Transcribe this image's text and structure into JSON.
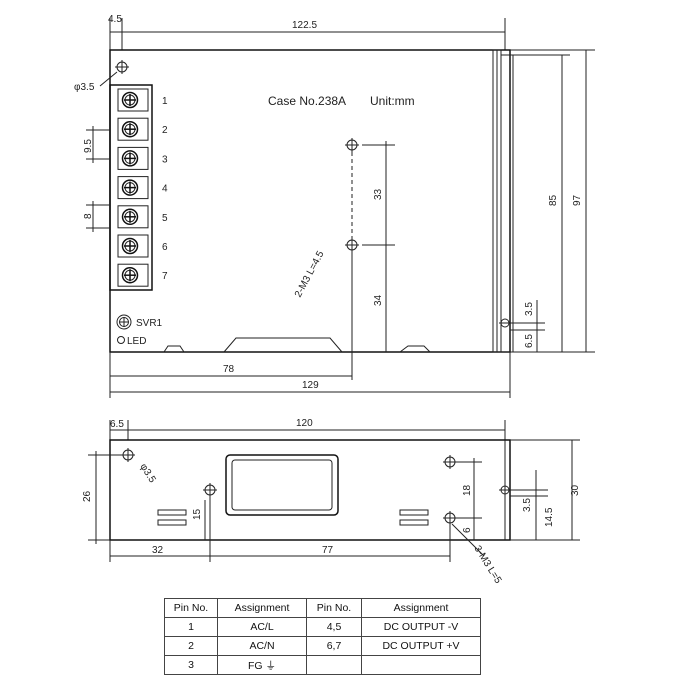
{
  "top_view": {
    "case_label": "Case No.238A",
    "unit_label": "Unit:mm",
    "dims": {
      "left_offset": "4.5",
      "width_top": "122.5",
      "hole_dia": "φ3.5",
      "pitch": "9.5",
      "term_width": "8",
      "mount_spacing": "33",
      "mount_lower": "34",
      "height_85": "85",
      "height_97": "97",
      "right_35": "3.5",
      "right_65": "6.5",
      "bottom_78": "78",
      "bottom_129": "129",
      "mount_screw": "2-M3 L=4.5"
    },
    "terminals": [
      "1",
      "2",
      "3",
      "4",
      "5",
      "6",
      "7"
    ],
    "svr_label": "SVR1",
    "led_label": "LED"
  },
  "bottom_view": {
    "dims": {
      "left_65": "6.5",
      "width_120": "120",
      "hole_dia": "φ3.5",
      "height_26": "26",
      "offset_15": "15",
      "width_32": "32",
      "width_77": "77",
      "dim_18": "18",
      "dim_6": "6",
      "screw": "3-M3 L=5",
      "dim_35": "3.5",
      "dim_145": "14.5",
      "height_30": "30"
    }
  },
  "pin_table": {
    "headers": [
      "Pin No.",
      "Assignment",
      "Pin No.",
      "Assignment"
    ],
    "rows": [
      [
        "1",
        "AC/L",
        "4,5",
        "DC OUTPUT -V"
      ],
      [
        "2",
        "AC/N",
        "6,7",
        "DC OUTPUT +V"
      ],
      [
        "3",
        "FG ⏚",
        "",
        ""
      ]
    ]
  }
}
